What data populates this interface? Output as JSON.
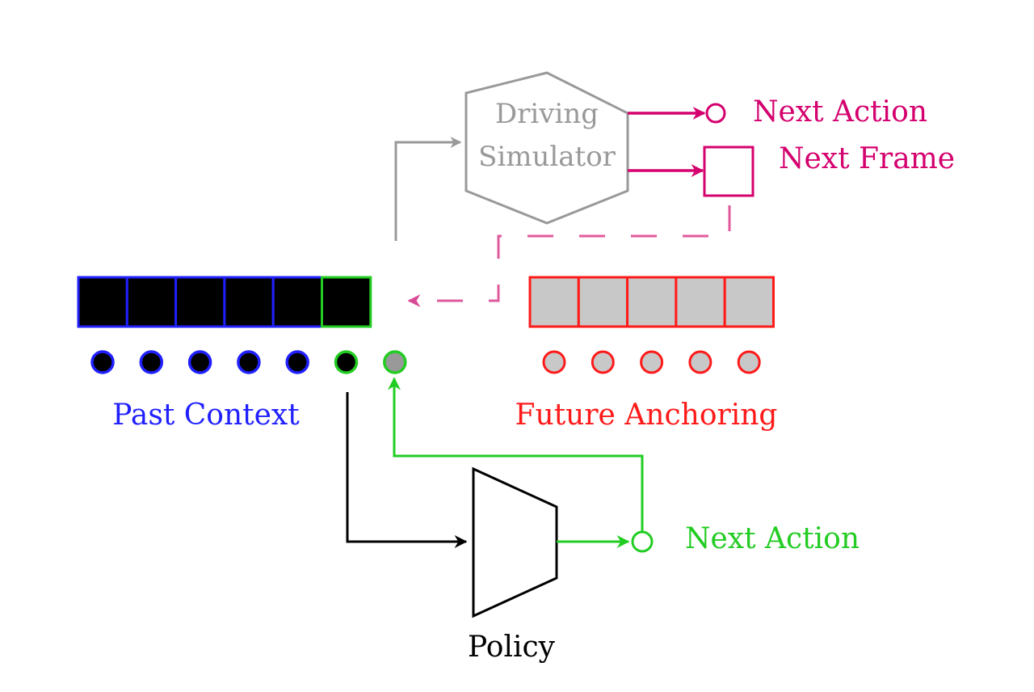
{
  "diagram": {
    "simulator": {
      "label_line1": "Driving",
      "label_line2": "Simulator",
      "color": "#999999"
    },
    "simulator_outputs": {
      "next_action_label": "Next Action",
      "next_frame_label": "Next Frame",
      "color": "#d4006e",
      "dashed_color": "#e05a9b"
    },
    "past_context": {
      "label": "Past Context",
      "frame_count": 6,
      "token_count": 7,
      "color": "#2020ff",
      "current_color": "#22cc22",
      "fill": "#000000",
      "predicted_token_fill": "#999999"
    },
    "future_anchoring": {
      "label": "Future Anchoring",
      "frame_count": 5,
      "token_count": 5,
      "color": "#ff1a1a",
      "fill": "#c8c8c8"
    },
    "policy": {
      "label": "Policy",
      "color": "#000000"
    },
    "policy_output": {
      "next_action_label": "Next Action",
      "color": "#22cc22"
    }
  }
}
